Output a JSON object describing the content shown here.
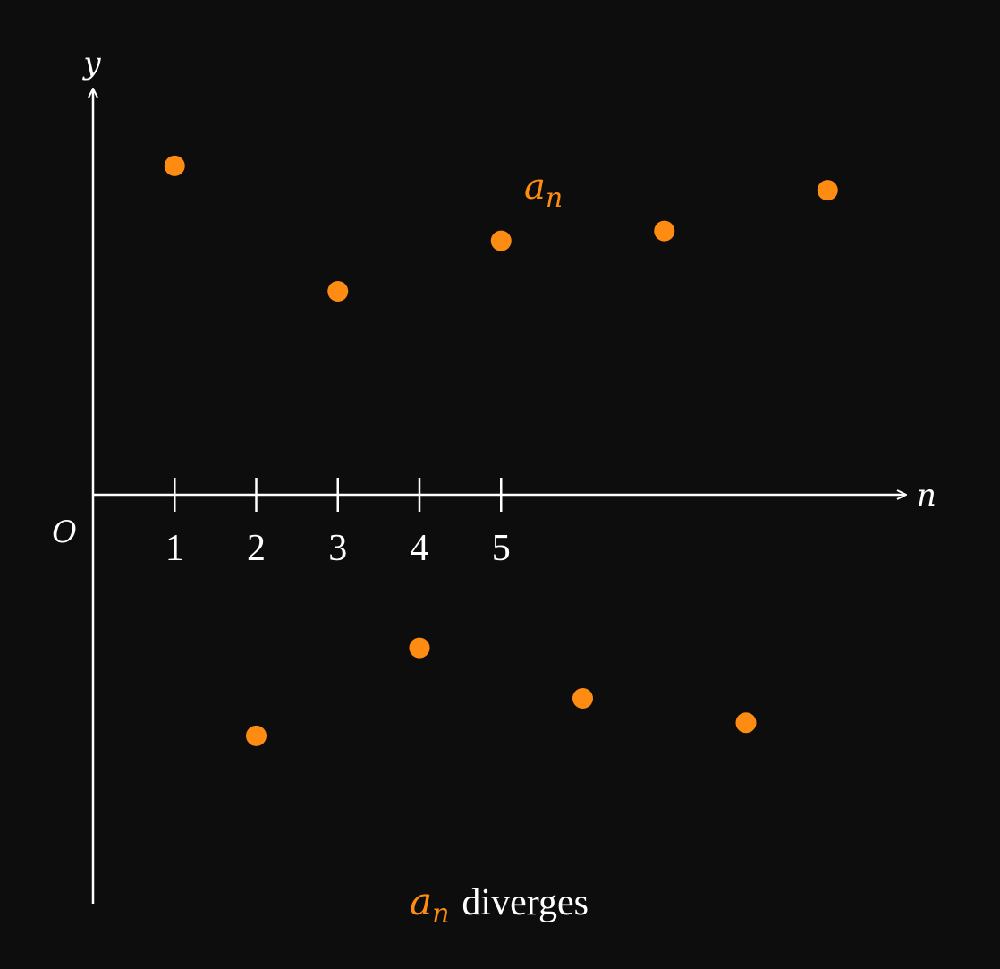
{
  "colors": {
    "background": "#0d0d0d",
    "axis": "#ffffff",
    "points": "#ff8c12",
    "label": "#ff8c12"
  },
  "chart_data": {
    "type": "scatter",
    "axes": {
      "x_label": "n",
      "y_label": "y",
      "origin_label": "O",
      "x_tick_labels": [
        "1",
        "2",
        "3",
        "4",
        "5"
      ],
      "x_ticks": [
        1,
        2,
        3,
        4,
        5
      ],
      "xlim": [
        0,
        10
      ],
      "ylim": [
        -2.55,
        2.45
      ],
      "y_ticks_shown": false,
      "grid": false
    },
    "series": [
      {
        "name": "a_n",
        "x": [
          1,
          2,
          3,
          4,
          5,
          6,
          7,
          8,
          9
        ],
        "y": [
          2.02,
          -1.48,
          1.25,
          -0.94,
          1.56,
          -1.25,
          1.62,
          -1.4,
          1.87
        ]
      }
    ],
    "series_label": {
      "base": "a",
      "subscript": "n"
    },
    "caption": {
      "symbol_base": "a",
      "symbol_subscript": "n",
      "text": "diverges"
    }
  }
}
